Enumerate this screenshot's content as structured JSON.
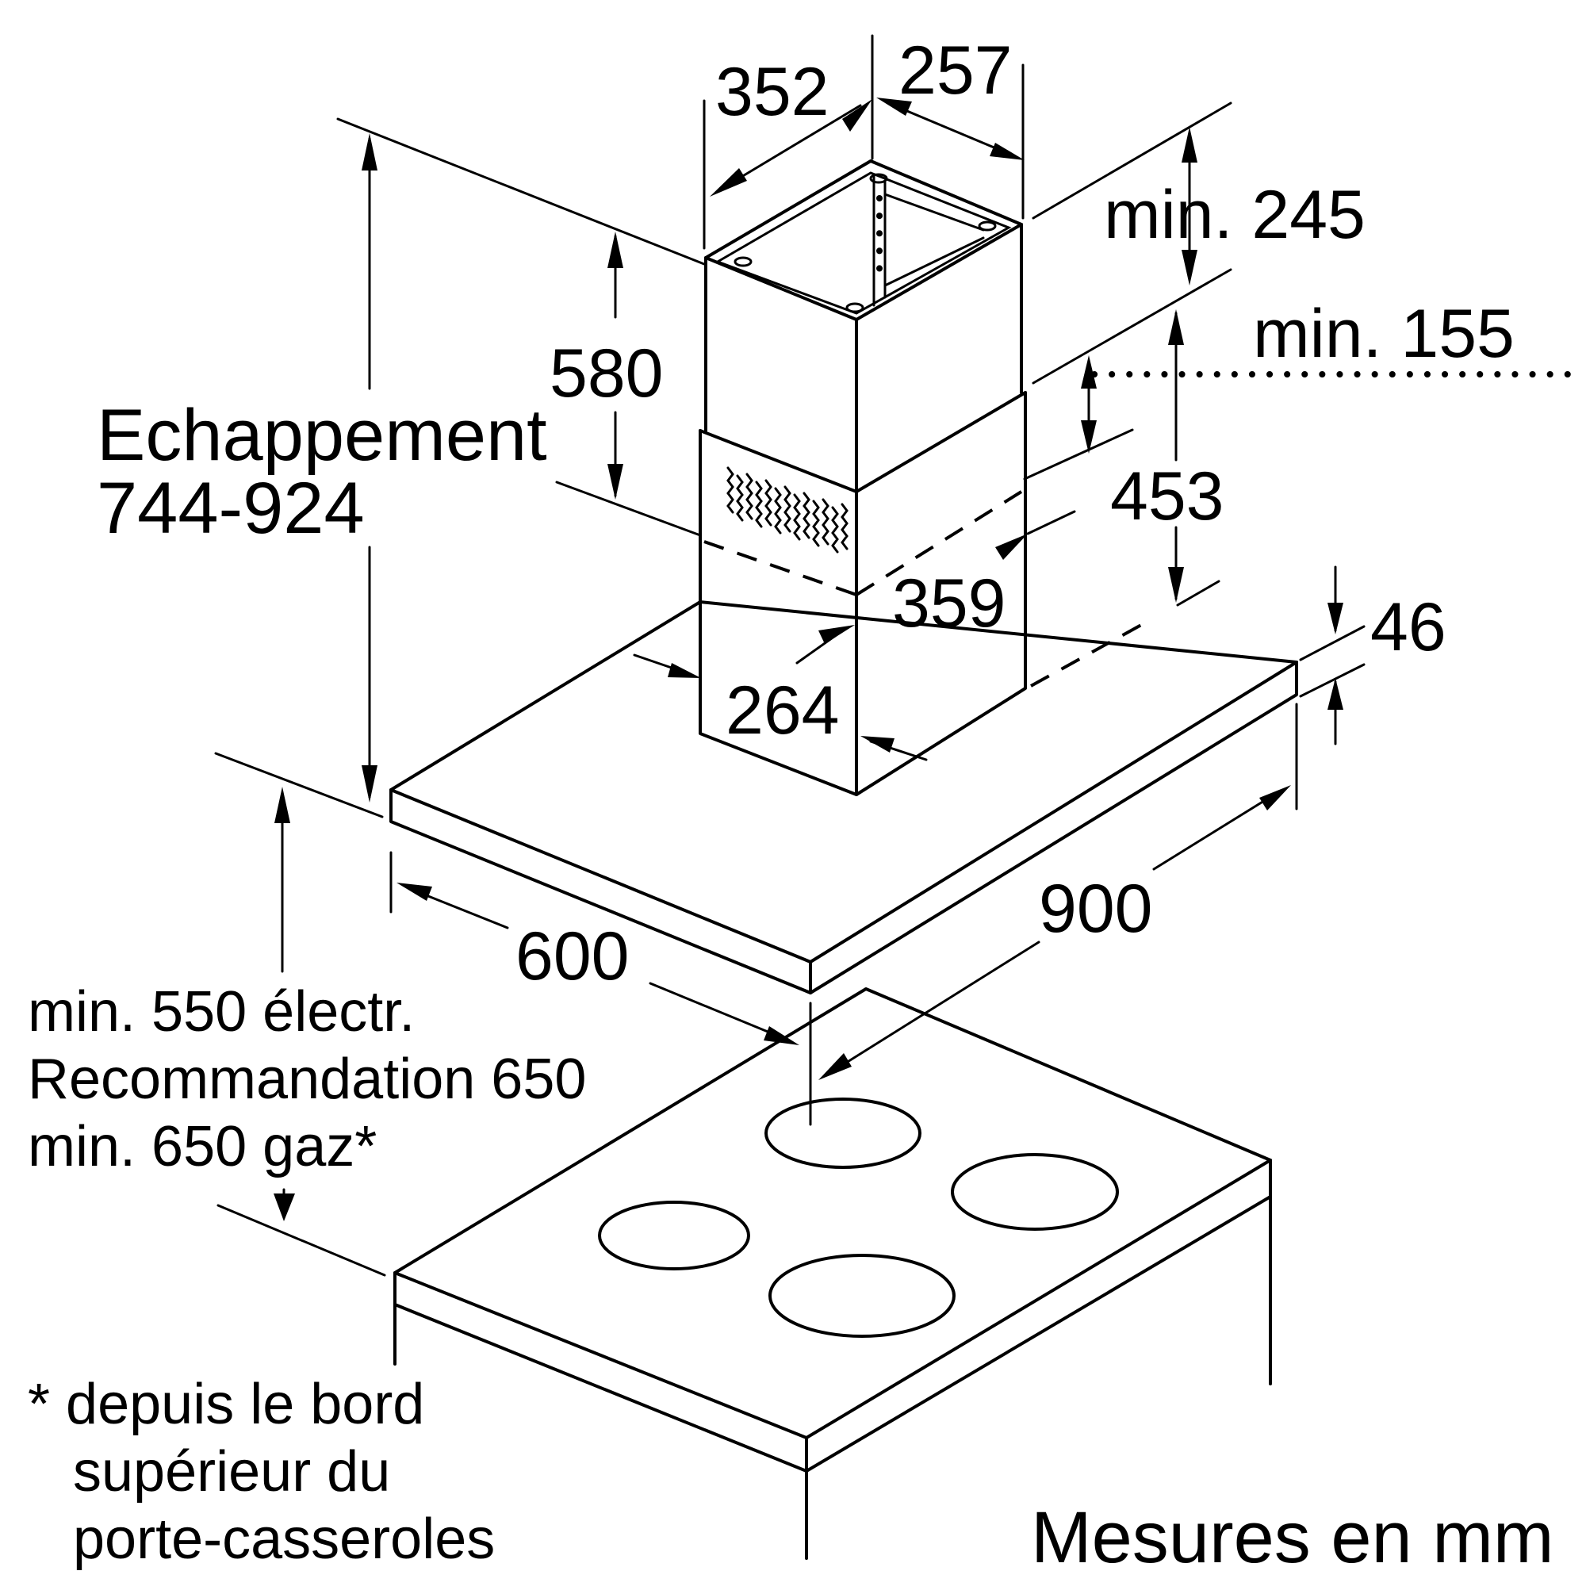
{
  "labels": {
    "d352": "352",
    "d257": "257",
    "min245": "min. 245",
    "min155": "min. 155",
    "d580": "580",
    "echappement": "Echappement",
    "range744": "744-924",
    "d453": "453",
    "d359": "359",
    "d46": "46",
    "d264": "264",
    "d900": "900",
    "d600": "600",
    "minElectr": "min. 550 électr.",
    "recommandation": "Recommandation 650",
    "minGaz": "min. 650 gaz*",
    "footnote1": "* depuis le bord",
    "footnote2": "supérieur du",
    "footnote3": "porte-casseroles",
    "units": "Mesures en mm"
  }
}
